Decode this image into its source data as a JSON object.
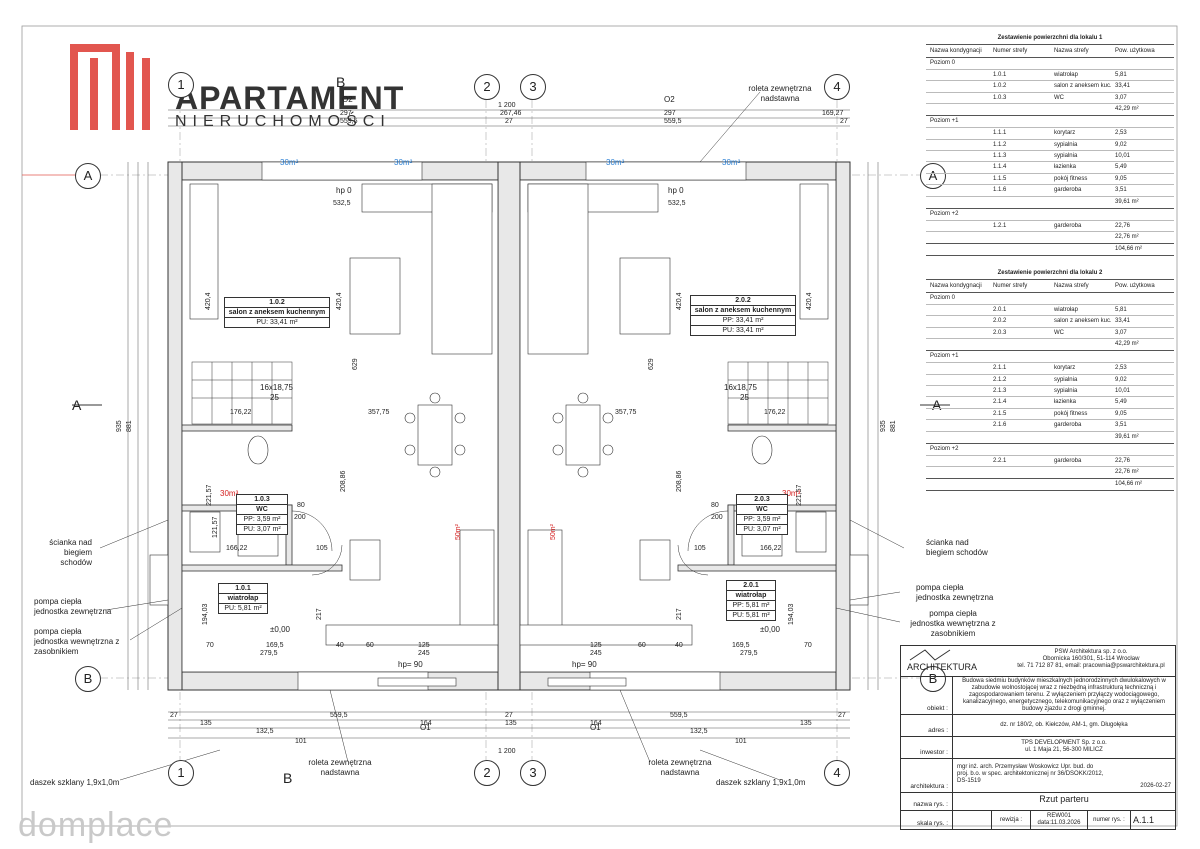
{
  "brand": {
    "name": "APARTAMENT",
    "sub": "NIERUCHOMOŚCI",
    "watermark": "domplace"
  },
  "axes": {
    "numbered": [
      "1",
      "2",
      "3",
      "4"
    ],
    "lettered": [
      "A",
      "B"
    ],
    "section": "B",
    "label_o1": "O1",
    "label_o2": "O2"
  },
  "annotations": {
    "roleta_top_1": "roleta zewnętrzna",
    "roleta_top_2": "nadstawna",
    "roleta_bot_1": "roleta zewnętrzna",
    "roleta_bot_2": "nadstawna",
    "daszek": "daszek szklany 1,9x1,0m",
    "scianka_1": "ścianka nad",
    "scianka_2": "biegiem schodów",
    "pompa_zew_1": "pompa ciepła",
    "pompa_zew_2": "jednostka zewnętrzna",
    "pompa_wew_1": "pompa ciepła",
    "pompa_wew_2": "jednostka wewnętrzna z",
    "pompa_wew_3": "zasobnikiem",
    "hp0": "hp 0",
    "hp90": "hp= 90",
    "level": "±0,00",
    "stairs": "16x18,75",
    "stairs_n": "25",
    "area30": "30m²",
    "area50": "50m²",
    "area3": "30m³"
  },
  "dimensions": {
    "top_total": "1 200",
    "top_a": "297",
    "top_b": "267,46",
    "top_c": "27",
    "top_d": "559,5",
    "top_e": "169,27",
    "top_f": "27",
    "top_g": "559,5",
    "top_h": "297",
    "bot_total": "1 200",
    "bot_a": "27",
    "bot_b": "135",
    "bot_c": "132,5",
    "bot_d": "101",
    "bot_e": "559,5",
    "bot_f": "27",
    "bot_g": "164",
    "left_total": "935",
    "left_inner": "881",
    "h420": "420,4",
    "h629": "629",
    "w5325": "532,5",
    "w35775": "357,75",
    "w17622": "176,22",
    "w16622": "166,22",
    "w1695": "169,5",
    "w2795": "279,5",
    "w125": "125",
    "w245": "245",
    "w80": "80",
    "w200": "200",
    "w105": "105",
    "w70": "70",
    "w60": "60",
    "w40": "40",
    "h19403": "194,03",
    "h217": "217",
    "h20886": "208,86",
    "h22157": "221,57",
    "h12157": "121,57"
  },
  "rooms": {
    "r102": {
      "num": "1.0.2",
      "name": "salon z aneksem kuchennym",
      "pu": "PU: 33,41 m²"
    },
    "r202": {
      "num": "2.0.2",
      "name": "salon z aneksem kuchennym",
      "pp": "PP: 33,41 m²",
      "pu": "PU: 33,41 m²"
    },
    "r103": {
      "num": "1.0.3",
      "name": "WC",
      "pp": "PP: 3,59 m²",
      "pu": "PU: 3,07 m²"
    },
    "r203": {
      "num": "2.0.3",
      "name": "WC",
      "pp": "PP: 3,59 m²",
      "pu": "PU: 3,07 m²"
    },
    "r101": {
      "num": "1.0.1",
      "name": "wiatrołap",
      "pu": "PU: 5,81 m²"
    },
    "r201": {
      "num": "2.0.1",
      "name": "wiatrołap",
      "pp": "PP: 5,81 m²",
      "pu": "PU: 5,81 m²"
    }
  },
  "table1": {
    "title": "Zestawienie powierzchni dla lokalu 1",
    "headers": [
      "Nazwa kondygnacji",
      "Numer strefy",
      "Nazwa strefy",
      "Pow. użytkowa"
    ],
    "levels": [
      {
        "name": "Poziom 0",
        "rows": [
          [
            "1.0.1",
            "wiatrołap",
            "5,81"
          ],
          [
            "1.0.2",
            "salon z aneksem kuc...",
            "33,41"
          ],
          [
            "1.0.3",
            "WC",
            "3,07"
          ]
        ],
        "sum": "42,29 m²"
      },
      {
        "name": "Poziom +1",
        "rows": [
          [
            "1.1.1",
            "korytarz",
            "2,53"
          ],
          [
            "1.1.2",
            "sypialnia",
            "9,02"
          ],
          [
            "1.1.3",
            "sypialnia",
            "10,01"
          ],
          [
            "1.1.4",
            "łazienka",
            "5,49"
          ],
          [
            "1.1.5",
            "pokój fitness",
            "9,05"
          ],
          [
            "1.1.6",
            "garderoba",
            "3,51"
          ]
        ],
        "sum": "39,61 m²"
      },
      {
        "name": "Poziom +2",
        "rows": [
          [
            "1.2.1",
            "garderoba",
            "22,76"
          ]
        ],
        "sum": "22,76 m²"
      }
    ],
    "total": "104,66 m²"
  },
  "table2": {
    "title": "Zestawienie powierzchni dla lokalu 2",
    "headers": [
      "Nazwa kondygnacji",
      "Numer strefy",
      "Nazwa strefy",
      "Pow. użytkowa"
    ],
    "levels": [
      {
        "name": "Poziom 0",
        "rows": [
          [
            "2.0.1",
            "wiatrołap",
            "5,81"
          ],
          [
            "2.0.2",
            "salon z aneksem kuc...",
            "33,41"
          ],
          [
            "2.0.3",
            "WC",
            "3,07"
          ]
        ],
        "sum": "42,29 m²"
      },
      {
        "name": "Poziom +1",
        "rows": [
          [
            "2.1.1",
            "korytarz",
            "2,53"
          ],
          [
            "2.1.2",
            "sypialnia",
            "9,02"
          ],
          [
            "2.1.3",
            "sypialnia",
            "10,01"
          ],
          [
            "2.1.4",
            "łazienka",
            "5,49"
          ],
          [
            "2.1.5",
            "pokój fitness",
            "9,05"
          ],
          [
            "2.1.6",
            "garderoba",
            "3,51"
          ]
        ],
        "sum": "39,61 m²"
      },
      {
        "name": "Poziom +2",
        "rows": [
          [
            "2.2.1",
            "garderoba",
            "22,76"
          ]
        ],
        "sum": "22,76 m²"
      }
    ],
    "total": "104,66 m²"
  },
  "titleblock": {
    "logo": "ARCHITEKTURA",
    "firm": "PSW Architektura sp. z o.o.",
    "addr": "Obornicka 160/301, 51-114 Wrocław",
    "contact": "tel. 71 712 87 81, email: pracownia@pswarchitektura.pl",
    "obiekt_label": "obiekt :",
    "obiekt": "Budowa siedmiu budynków mieszkalnych jednorodzinnych dwulokalowych w zabudowie wolnostojącej wraz z niezbędną infrastrukturą techniczną i zagospodarowaniem terenu. Z wyłączeniem przyłączy wodociągowego, kanalizacyjnego, energetycznego, telekomunikacyjnego oraz z wyłączeniem budowy zjazdu z drogi gminnej.",
    "adres_label": "adres :",
    "adres": "dz. nr 180/2, ob. Kiełczów, AM-1, gm. Długołęka",
    "inwestor_label": "inwestor :",
    "inwestor1": "TPS DEVELOPMENT Sp. z o.o.",
    "inwestor2": "ul. 1 Maja 21, 56-300 MILICZ",
    "arch_label": "architektura :",
    "arch": "mgr inż. arch. Przemysław Woskowicz Upr. bud. do proj. b.o. w spec. architektonicznej nr 36/DSOKK/2012, DS-1519",
    "date": "2026-02-27",
    "nazwa_label": "nazwa rys. :",
    "nazwa": "Rzut parteru",
    "skala_label": "skala rys. :",
    "rewizja_label": "rewizja :",
    "rew": "REW001",
    "rew_date": "data:11.03.2026",
    "numer_label": "numer rys. :",
    "numer": "A.1.1"
  },
  "colors": {
    "logo_red": "#e2564f",
    "red": "#d42020",
    "blue": "#2a7fd4",
    "line": "#333333"
  }
}
